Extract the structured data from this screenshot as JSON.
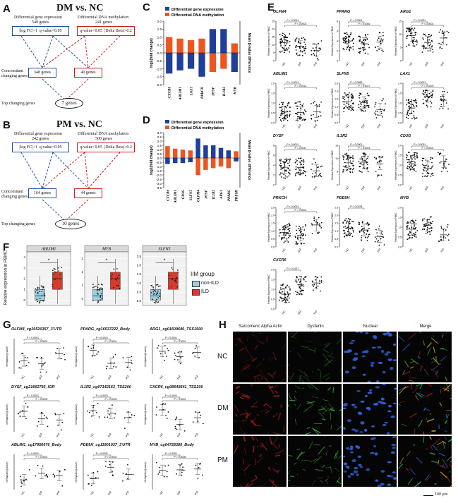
{
  "panels": {
    "A": {
      "label": "A",
      "title": "DM vs. NC",
      "deg_header": "Differential gene expression",
      "deg_count": "540 genes",
      "dm_header": "Differential DNA methylation",
      "dm_count": "241 genes",
      "c1": "|log FC|>1",
      "c2": "q-value<0.05",
      "c3": "q-value<0.05",
      "c4": "|Delta Beta|>0.2",
      "concomitant": "Concomitant",
      "changing": "changing genes",
      "left_result": "348 genes",
      "right_result": "40 genes",
      "top": "Top changing genes",
      "top_result": "7 genes"
    },
    "B": {
      "label": "B",
      "title": "PM vs. NC",
      "deg_header": "Differential gene expression",
      "deg_count": "242 genes",
      "dm_header": "Differential DNA methylation",
      "dm_count": "500 genes",
      "c1": "|log FC|>1",
      "c2": "q-value<0.05",
      "c3": "q-value<0.05",
      "c4": "|Delta Beta|>0.2",
      "concomitant": "Concomitant",
      "changing": "changing genes",
      "left_result": "164 genes",
      "right_result": "44 genes",
      "top": "Top changing genes",
      "top_result": "10 genes"
    },
    "C": {
      "label": "C",
      "legend1": "Differential gene expression",
      "legend2": "Differential DNA methylation",
      "ylabel_left": "log2(fold change)",
      "ylabel_right": "Mean β-value difference"
    },
    "D": {
      "label": "D",
      "legend1": "Differential gene expression",
      "legend2": "Differential DNA methylation",
      "ylabel_left": "log2(fold change)",
      "ylabel_right": "Mean β-value difference"
    },
    "E": {
      "label": "E",
      "ylabel": "Relative Expression in PBMC",
      "groups": [
        "NC",
        "DM",
        "PM"
      ]
    },
    "F": {
      "label": "F",
      "ylabel": "Relative expression in PBMC",
      "legend_title": "IIM group",
      "legend_items": [
        "non-ILD",
        "ILD"
      ],
      "star": "*"
    },
    "G": {
      "label": "G",
      "ylabel": "Methylation(β-value)",
      "groups": [
        "NC",
        "DM",
        "PM"
      ]
    },
    "H": {
      "label": "H",
      "columns": [
        "Sarcomeric Alpha Actin",
        "Dysferlin",
        "Nuclear",
        "Merge"
      ],
      "rows": [
        "NC",
        "DM",
        "PM"
      ],
      "scale": "100 μm"
    }
  },
  "chart_data": [
    {
      "type": "bar",
      "panel": "C",
      "categories": [
        "CXCR6",
        "ABLIM1",
        "LAX1",
        "PRKCH",
        "DYSF",
        "IL1R2",
        "MYB"
      ],
      "series": [
        {
          "name": "Differential gene expression",
          "values": [
            -1.3,
            -1.1,
            -1.0,
            -1.5,
            1.5,
            1.5,
            -1.2
          ]
        },
        {
          "name": "Differential DNA methylation",
          "values": [
            1.0,
            0.9,
            0.8,
            0.9,
            -1.2,
            -1.0,
            0.6
          ]
        }
      ],
      "ylim": [
        -2.0,
        2.0
      ]
    },
    {
      "type": "bar",
      "panel": "D",
      "categories": [
        "CXCR6",
        "ABLIM1",
        "CD3G",
        "SLFN5",
        "OLFM4",
        "DYSF",
        "IL1R2",
        "ARG1",
        "PPARG",
        "PDE6H"
      ],
      "series": [
        {
          "name": "Differential gene expression",
          "values": [
            -0.7,
            -0.6,
            -0.6,
            -0.5,
            2.3,
            1.5,
            1.5,
            1.2,
            0.9,
            -0.4
          ]
        },
        {
          "name": "Differential DNA methylation",
          "values": [
            1.4,
            1.1,
            1.0,
            0.9,
            -2.0,
            -1.4,
            -1.2,
            -1.0,
            -1.2,
            0.8
          ]
        }
      ],
      "ylim": [
        -3.5,
        3.0
      ]
    }
  ],
  "E_plots": [
    {
      "gene": "OLFM4",
      "p1": "P < 0.0001",
      "p2": "P < 0.0001",
      "ticks": [
        "25",
        "20",
        "15",
        "10",
        "5",
        "0"
      ]
    },
    {
      "gene": "PPARG",
      "p1": "P < 0.0001",
      "p2": "P < 0.0001",
      "ticks": [
        "8",
        "6",
        "4",
        "2",
        "0"
      ]
    },
    {
      "gene": "ARG1",
      "p1": "P < 0.0001",
      "p2": "P < 0.0001",
      "ticks": [
        "15",
        "10",
        "5",
        "0"
      ]
    },
    {
      "gene": "ABLIM1",
      "p1": "P < 0.0001",
      "p2": "P = 0.0121",
      "ticks": [
        "2.0",
        "1.5",
        "1.0",
        "0.5",
        "0.0"
      ]
    },
    {
      "gene": "SLFN5",
      "p1": "P = 0.0058",
      "p2": "P = 0.0017",
      "ticks": [
        "2.5",
        "2.0",
        "1.5",
        "1.0",
        "0.5",
        "0.0"
      ]
    },
    {
      "gene": "LAX1",
      "p1": "P < 0.0001",
      "p2": "P = 0.4475",
      "ticks": [
        "2.0",
        "1.5",
        "1.0",
        "0.5",
        "0.0"
      ]
    },
    {
      "gene": "DYSF",
      "p1": "P < 0.0001",
      "p2": "P = 0.0017",
      "ticks": [
        "8",
        "6",
        "4",
        "2",
        "0"
      ]
    },
    {
      "gene": "IL1R2",
      "p1": "P < 0.0001",
      "p2": "P < 0.0001",
      "ticks": [
        "15",
        "10",
        "5",
        "0"
      ]
    },
    {
      "gene": "CD3G",
      "p1": "P < 0.0001",
      "p2": "P < 0.0001",
      "ticks": [
        "2.0",
        "1.5",
        "1.0",
        "0.5",
        "0.0"
      ]
    },
    {
      "gene": "PRKCH",
      "p1": "P < 0.0001",
      "p2": "P < 0.0001",
      "ticks": [
        "2.5",
        "2.0",
        "1.5",
        "1.0",
        "0.5",
        "0.0"
      ]
    },
    {
      "gene": "PDE6H",
      "p1": "P = 0.0078",
      "p2": "",
      "ticks": [
        "2.5",
        "2.0",
        "1.5",
        "1.0",
        "0.5",
        "0.0"
      ]
    },
    {
      "gene": "MYB",
      "p1": "",
      "p2": "",
      "ticks": [
        "2.0",
        "1.5",
        "1.0",
        "0.5",
        "0.0"
      ]
    },
    {
      "gene": "CXCR6",
      "p1": "P = 0.0137",
      "p2": "",
      "ticks": [
        "2.0",
        "1.5",
        "1.0",
        "0.5",
        "0.0"
      ]
    }
  ],
  "F_plots": [
    {
      "gene": "ABLIM1",
      "ticks": [
        "4",
        "3",
        "2",
        "1",
        "0"
      ]
    },
    {
      "gene": "MYB",
      "ticks": [
        "3",
        "2",
        "1",
        "0"
      ]
    },
    {
      "gene": "SLFN5",
      "ticks": [
        "2.5",
        "2.0",
        "1.5",
        "1.0",
        "0.5",
        "0.0"
      ]
    }
  ],
  "G_plots": [
    {
      "gene": "OLFM4_cg16520357_3'UTR",
      "p1": "P < 0.0001",
      "p2": "P = 0.0001"
    },
    {
      "gene": "PPARG_cg16537222_Body",
      "p1": "P < 0.0001",
      "p2": "P < 0.0001"
    },
    {
      "gene": "ARG1_cg01609690_TSS1500",
      "p1": "P = 0.0001",
      "p2": "P < 0.0001"
    },
    {
      "gene": "DYSF_cg21662793_IGR",
      "p1": "P < 0.0001",
      "p2": "P = 0.0002"
    },
    {
      "gene": "IL1R2_cg07142163_TSS200",
      "p1": "P = 0.0001",
      "p2": "P = 0.0003"
    },
    {
      "gene": "CXCR6_cg08649541_TSS200",
      "p1": "P < 0.0001",
      "p2": "P < 0.0001"
    },
    {
      "gene": "ABLIM1_cg17956676_Body",
      "p1": "P < 0.0001",
      "p2": "P < 0.0001"
    },
    {
      "gene": "PDE6H_cg11901037_3'UTR",
      "p1": "P = 0.0001",
      "p2": "P = 0.0002"
    },
    {
      "gene": "MYB_cg04728380_Body",
      "p1": "P < 0.0001",
      "p2": "P = 0.0005"
    }
  ]
}
